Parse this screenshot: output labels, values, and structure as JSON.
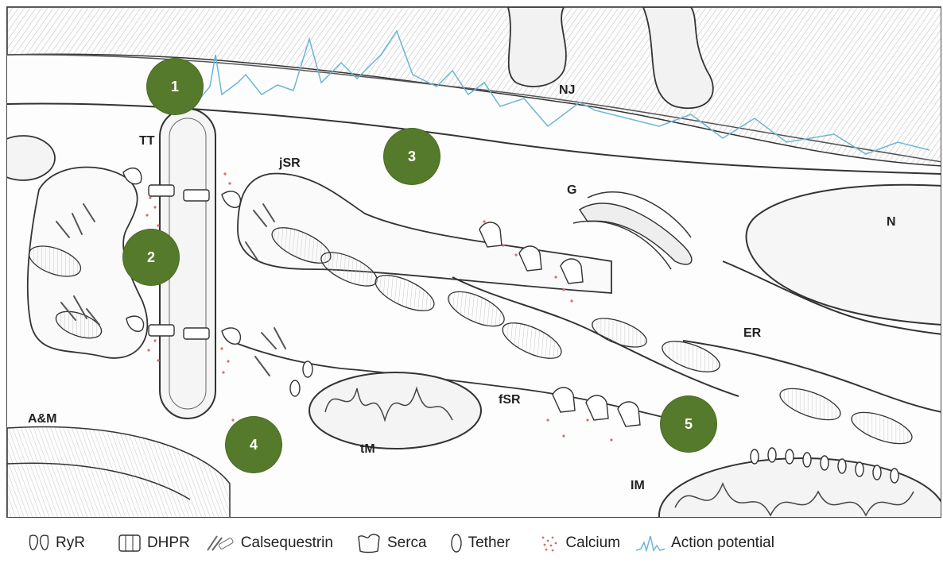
{
  "labels": {
    "tt": "TT",
    "jsr": "jSR",
    "nj": "NJ",
    "g": "G",
    "n": "N",
    "er": "ER",
    "fsr": "fSR",
    "am": "A&M",
    "tm": "tM",
    "im": "IM"
  },
  "badges": [
    "1",
    "2",
    "3",
    "4",
    "5"
  ],
  "legend": {
    "ryr": "RyR",
    "dhpr": "DHPR",
    "calsequestrin": "Calsequestrin",
    "serca": "Serca",
    "tether": "Tether",
    "calcium": "Calcium",
    "action_potential": "Action potential"
  },
  "colors": {
    "badge": "#557a2b",
    "calcium": "#e06a6a",
    "action_potential": "#6bb6d6",
    "ink": "#333333"
  }
}
